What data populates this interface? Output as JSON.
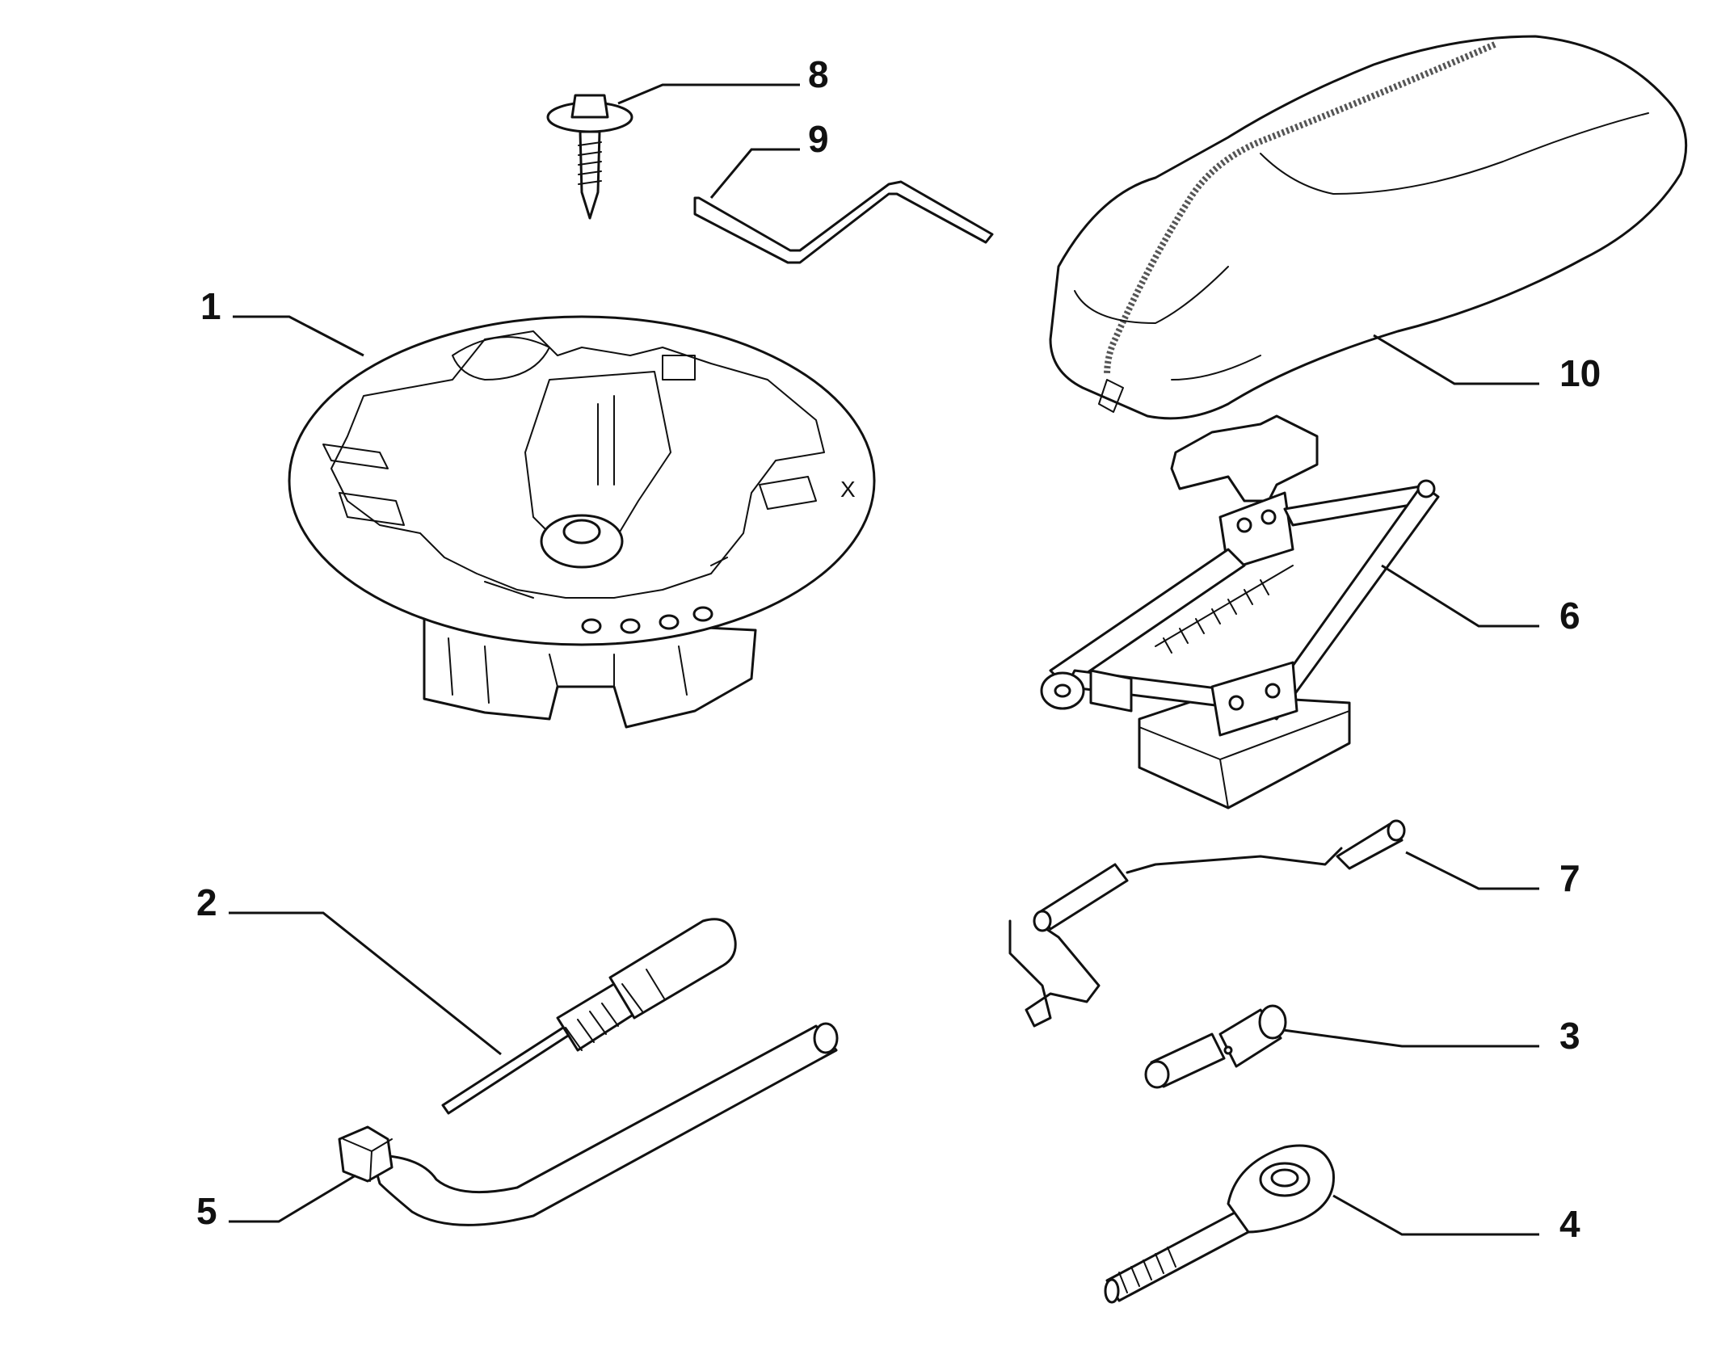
{
  "callouts": {
    "c1": "1",
    "c2": "2",
    "c3": "3",
    "c4": "4",
    "c5": "5",
    "c6": "6",
    "c7": "7",
    "c8": "8",
    "c9": "9",
    "c10": "10"
  },
  "marks": {
    "x_mark": "X"
  }
}
